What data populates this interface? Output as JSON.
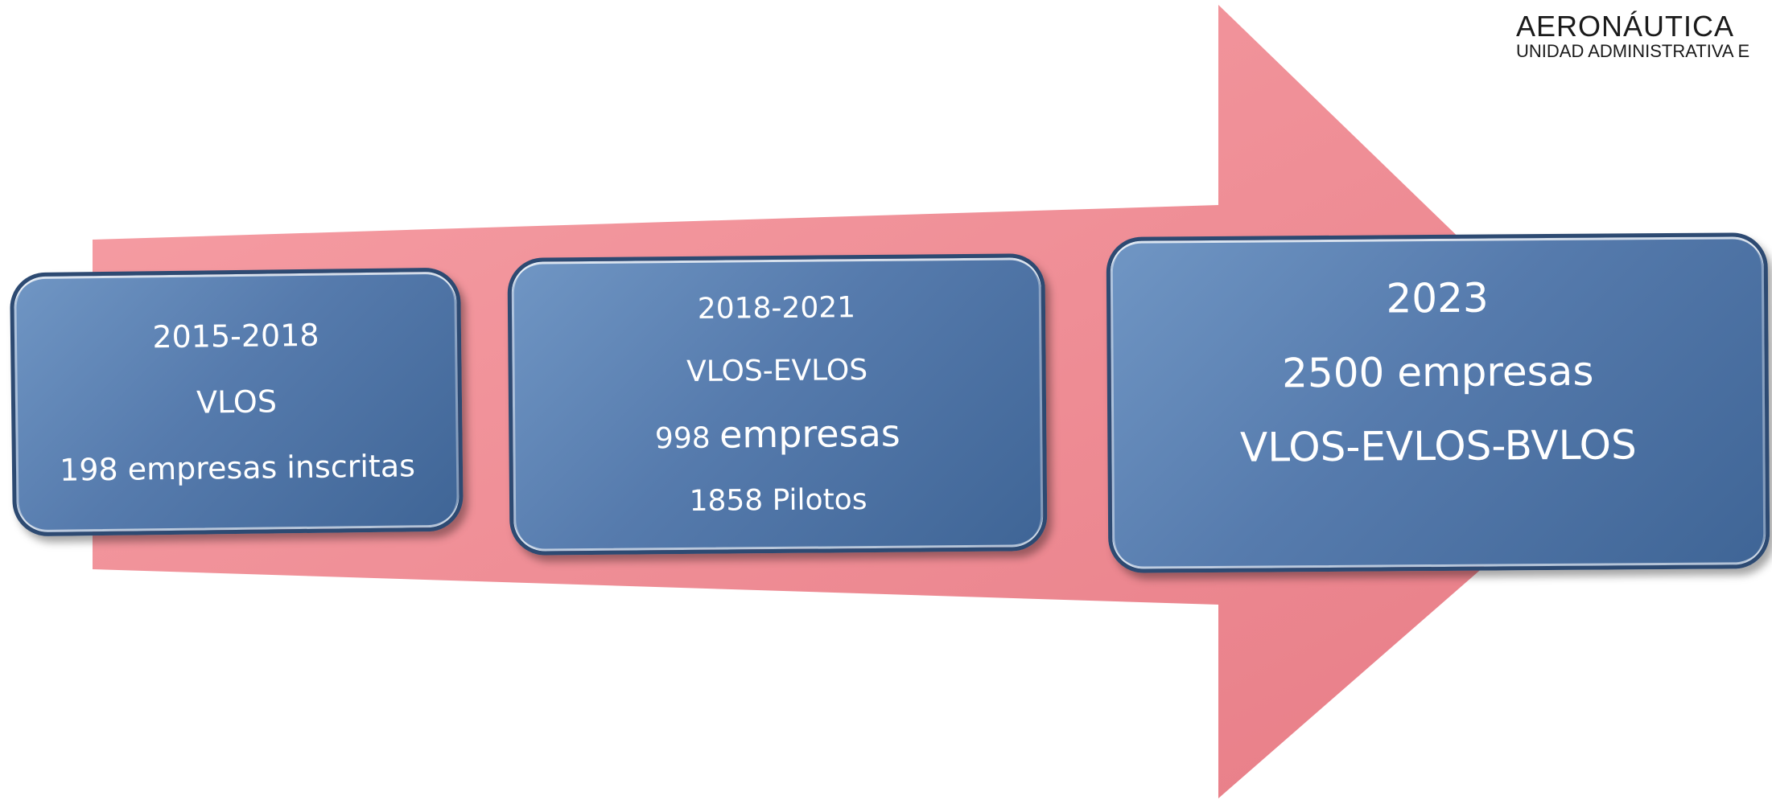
{
  "logo": {
    "title": "AERONÁUTICA",
    "subtitle": "UNIDAD ADMINISTRATIVA E"
  },
  "colors": {
    "arrow": "#f28a92",
    "box_fill": "#567bad",
    "box_border": "#2d4a72",
    "text": "#ffffff"
  },
  "stages": [
    {
      "period": "2015-2018",
      "mode": "VLOS",
      "companies": "198 empresas inscritas"
    },
    {
      "period": "2018-2021",
      "mode": "VLOS-EVLOS",
      "companies_number": "998",
      "companies_word": "empresas",
      "pilots": "1858 Pilotos"
    },
    {
      "period": "2023",
      "companies": "2500 empresas",
      "mode": "VLOS-EVLOS-BVLOS"
    }
  ]
}
